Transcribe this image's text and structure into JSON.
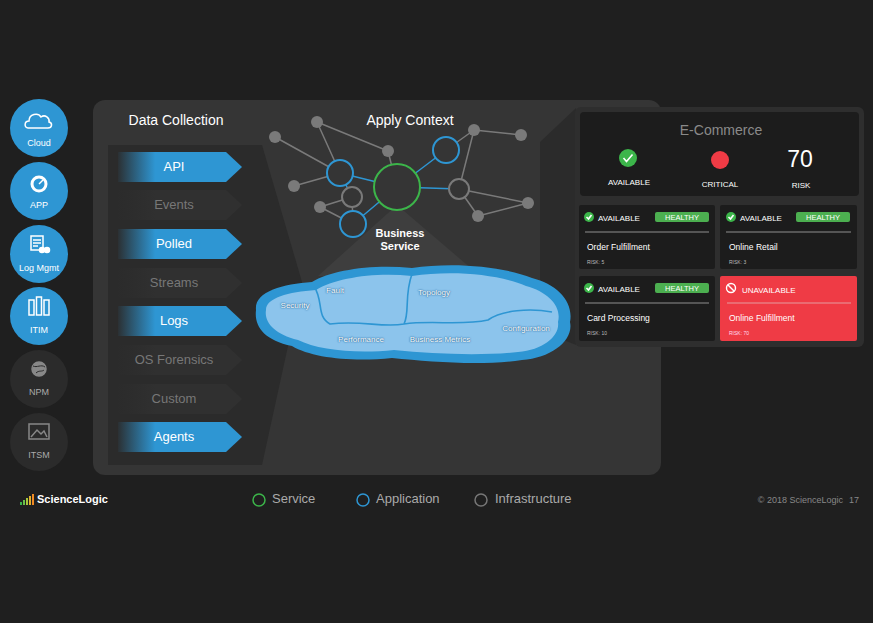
{
  "diagram": {
    "nodes": [
      {
        "text": [
          "Cloud"
        ]
      },
      {
        "text": [
          "APP"
        ]
      },
      {
        "text": [
          "Log Mgmt"
        ]
      },
      {
        "text": [
          "ITIM"
        ]
      },
      {
        "text": [
          "NPM"
        ]
      },
      {
        "text": [
          "ITSM"
        ]
      },
      {
        "text": [
          "Data Collection",
          "Apply Context"
        ]
      },
      {
        "text": [
          "API"
        ],
        "in": 6
      },
      {
        "text": [
          "Events"
        ],
        "in": 6
      },
      {
        "text": [
          "Polled"
        ],
        "in": 6
      },
      {
        "text": [
          "Streams"
        ],
        "in": 6
      },
      {
        "text": [
          "Logs"
        ],
        "in": 6
      },
      {
        "text": [
          "OS Forensics"
        ],
        "in": 6
      },
      {
        "text": [
          "Custom"
        ],
        "in": 6
      },
      {
        "text": [
          "Agents"
        ],
        "in": 6
      },
      {
        "text": [
          "Business Service"
        ],
        "in": 6
      },
      {
        "text": [
          "Security",
          "Fault",
          "Topology",
          "Performance",
          "Business Metrics",
          "Configuration"
        ],
        "in": 6
      },
      {
        "text": [
          "E-Commerce",
          "AVAILABLE",
          "CRITICAL",
          "70",
          "RISK"
        ]
      },
      {
        "text": [
          "AVAILABLE",
          "Order Fulfillment",
          "RISK: 5"
        ]
      },
      {
        "text": [
          "HEALTHY"
        ],
        "in": 18
      },
      {
        "text": [
          "AVAILABLE",
          "Online Retail",
          "RISK: 3"
        ]
      },
      {
        "text": [
          "HEALTHY"
        ],
        "in": 20
      },
      {
        "text": [
          "AVAILABLE",
          "Card Processing",
          "RISK: 10"
        ]
      },
      {
        "text": [
          "HEALTHY"
        ],
        "in": 22
      },
      {
        "text": [
          "UNAVAILABLE",
          "Online Fulfillment",
          "RISK: 70"
        ]
      }
    ],
    "labels": [
      "ScienceLogic",
      "© 2018 ScienceLogic",
      "17"
    ],
    "legend": [
      {
        "text": "Service"
      },
      {
        "text": "Application"
      },
      {
        "text": "Infrastructure"
      }
    ]
  }
}
